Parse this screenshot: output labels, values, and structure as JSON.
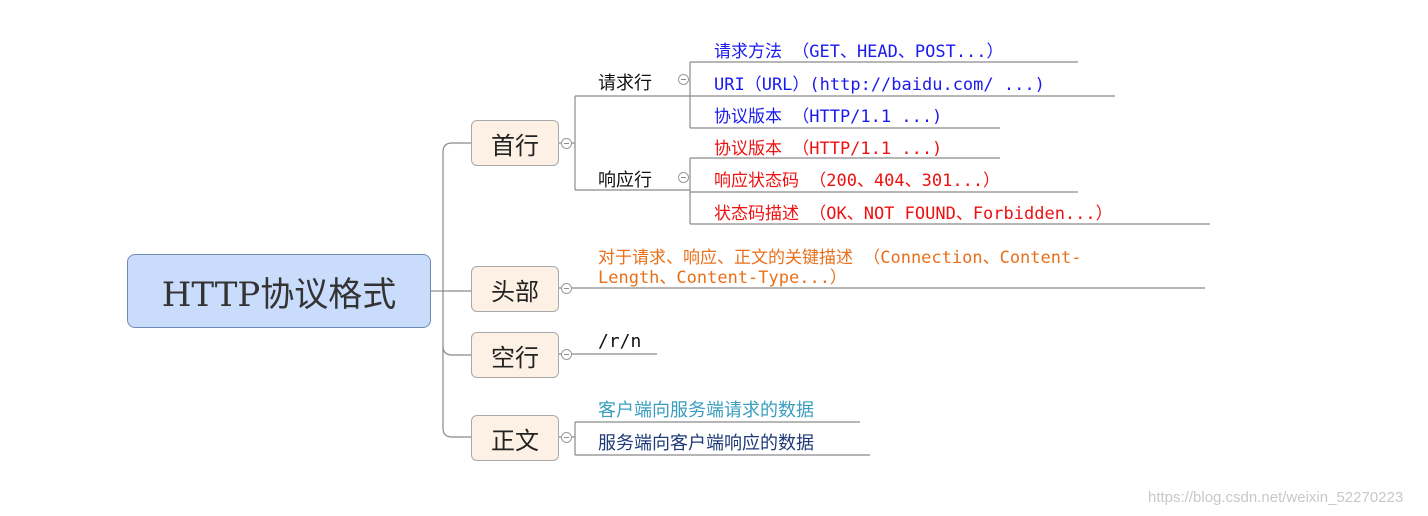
{
  "root": {
    "label": "HTTP协议格式"
  },
  "sections": {
    "first_line": {
      "label": "首行"
    },
    "header": {
      "label": "头部"
    },
    "blank_line": {
      "label": "空行"
    },
    "body": {
      "label": "正文"
    }
  },
  "request_line": {
    "label": "请求行",
    "items": [
      "请求方法 （GET、HEAD、POST...）",
      "URI（URL）(http://baidu.com/ ...)",
      "协议版本 （HTTP/1.1 ...)"
    ]
  },
  "response_line": {
    "label": "响应行",
    "items": [
      "协议版本 （HTTP/1.1 ...)",
      "响应状态码 （200、404、301...）",
      "状态码描述 （OK、NOT FOUND、Forbidden...）"
    ]
  },
  "header_desc": {
    "line1": "对于请求、响应、正文的关键描述 （Connection、Content-",
    "line2": "Length、Content-Type...）"
  },
  "blank_desc": "/r/n",
  "body_items": [
    "客户端向服务端请求的数据",
    "服务端向客户端响应的数据"
  ],
  "colors": {
    "request": "#1a1af0",
    "response": "#ee1111",
    "header": "#e8701a",
    "body_request": "#3a9ec0",
    "body_response": "#1f3a78",
    "lines": "#8a8a8a"
  },
  "watermark": "https://blog.csdn.net/weixin_52270223"
}
